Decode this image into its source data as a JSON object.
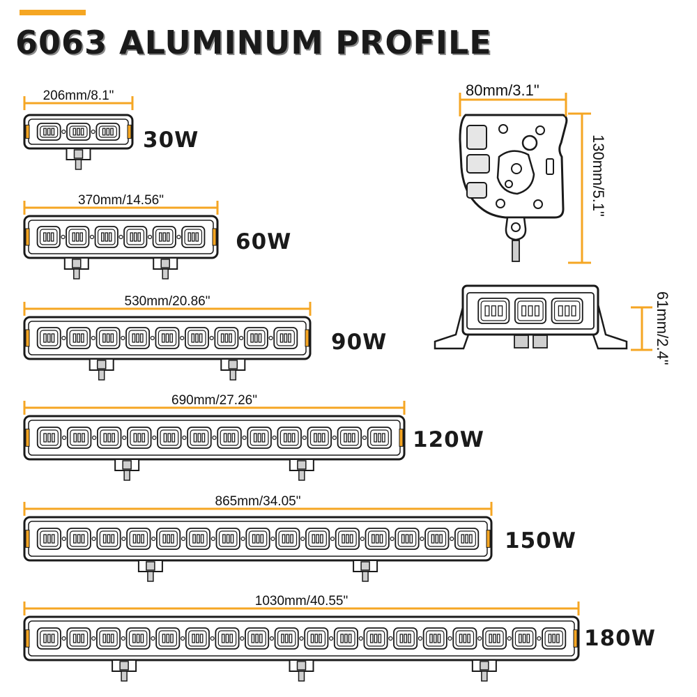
{
  "header": {
    "title": "6063 ALUMINUM PROFILE"
  },
  "colors": {
    "accent": "#F5A623",
    "outline": "#1a1a1a",
    "body_fill": "#ffffff",
    "shade": "#cfcfcf"
  },
  "bars": [
    {
      "id": "30w",
      "dimension_label": "206mm/8.1\"",
      "watt_label": "30W",
      "led_count": 3,
      "mount_count": 1
    },
    {
      "id": "60w",
      "dimension_label": "370mm/14.56\"",
      "watt_label": "60W",
      "led_count": 6,
      "mount_count": 2
    },
    {
      "id": "90w",
      "dimension_label": "530mm/20.86\"",
      "watt_label": "90W",
      "led_count": 9,
      "mount_count": 2
    },
    {
      "id": "120w",
      "dimension_label": "690mm/27.26\"",
      "watt_label": "120W",
      "led_count": 12,
      "mount_count": 2
    },
    {
      "id": "150w",
      "dimension_label": "865mm/34.05\"",
      "watt_label": "150W",
      "led_count": 15,
      "mount_count": 2
    },
    {
      "id": "180w",
      "dimension_label": "1030mm/40.55\"",
      "watt_label": "180W",
      "led_count": 18,
      "mount_count": 3
    }
  ],
  "side_view": {
    "width_label": "80mm/3.1\"",
    "height_label": "130mm/5.1\""
  },
  "front_view": {
    "height_label": "61mm/2.4\"",
    "led_count": 3
  }
}
